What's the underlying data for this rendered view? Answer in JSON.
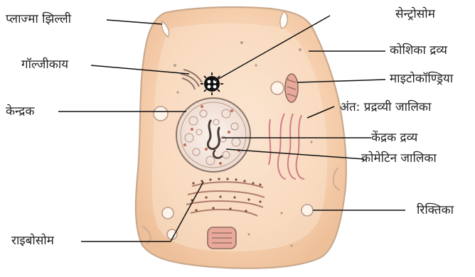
{
  "labels": {
    "plasma_membrane": "प्लाज्मा झिल्ली",
    "golgi": "गॉल्जीकाय",
    "nucleus": "केन्द्रक",
    "ribosome": "राइबोसोम",
    "centrosome": "सेन्ट्रोसोम",
    "cytoplasm": "कोशिका द्रव्य",
    "mitochondria": "माइटोकॉण्ड्रिया",
    "er": "अंत: प्रद्रव्यी जालिका",
    "nucleoplasm": "केंद्रक द्रव्य",
    "chromatin": "क्रोमेटिन जालिका",
    "vacuole": "रिक्तिका"
  },
  "colors": {
    "cytoplasm": "#f6cfae",
    "membrane": "#c9a98e",
    "nucleus": "#f4e8e0",
    "organelle": "#c98f84",
    "leader": "#111111"
  }
}
